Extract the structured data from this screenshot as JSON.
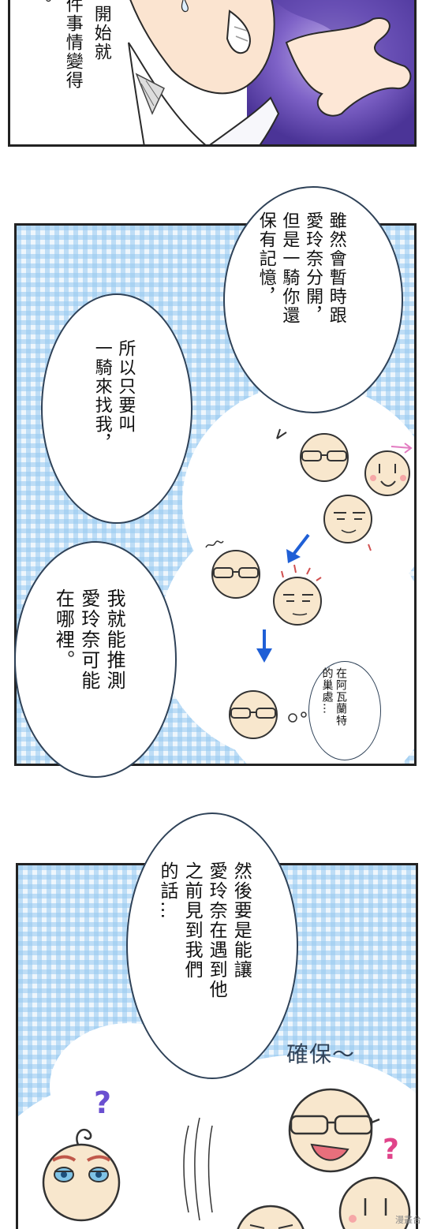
{
  "panel1": {
    "text_cols": [
      "。",
      "開始就",
      "件事情變得"
    ]
  },
  "panel2": {
    "bubble_top": "雖然會暫時跟\n愛玲奈分開，\n但是一騎你還\n保有記憶，",
    "bubble_mid": "所以只要叫\n一騎來找我，",
    "bubble_low": "我就能推測\n愛玲奈可能\n在哪裡。",
    "small_bubble": "在阿瓦蘭特\n的巢處…"
  },
  "panel3": {
    "bubble": "然後要是能讓\n愛玲奈在遇到他\n之前見到我們\n的話…",
    "sfx": "確保～"
  },
  "watermark": "漫畫台",
  "colors": {
    "outline": "#2f4258",
    "check": "#9ccaf0",
    "face": "#f8e7cd",
    "arrow": "#1f5fd6",
    "question": "#6a4fd0",
    "question_pink": "#e0448a"
  }
}
